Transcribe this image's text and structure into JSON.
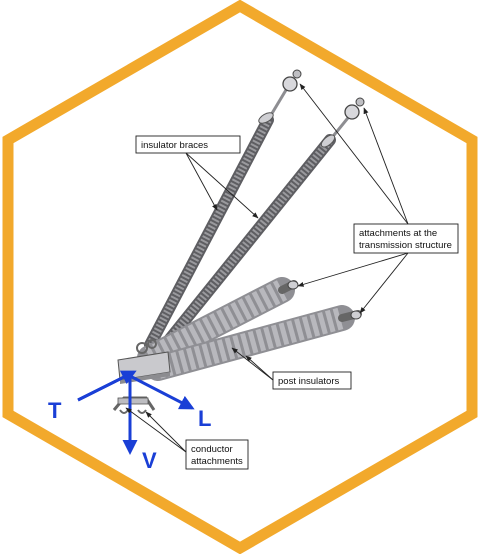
{
  "colors": {
    "frame": "#F2A92C",
    "axis": "#1A3FD6",
    "insulator": "#8E8E92",
    "insulator_dark": "#5E5E62",
    "post": "#A9A9AE",
    "leader": "#222222"
  },
  "callouts": {
    "insulator_braces": "insulator braces",
    "attachments_line1": "attachments at the",
    "attachments_line2": "transmission structure",
    "post_insulators": "post insulators",
    "conductor_line1": "conductor",
    "conductor_line2": "attachments"
  },
  "axes": {
    "T": "T",
    "L": "L",
    "V": "V"
  },
  "icons": {
    "frame": "hexagon-frame-icon",
    "assembly": "insulator-assembly-icon"
  }
}
